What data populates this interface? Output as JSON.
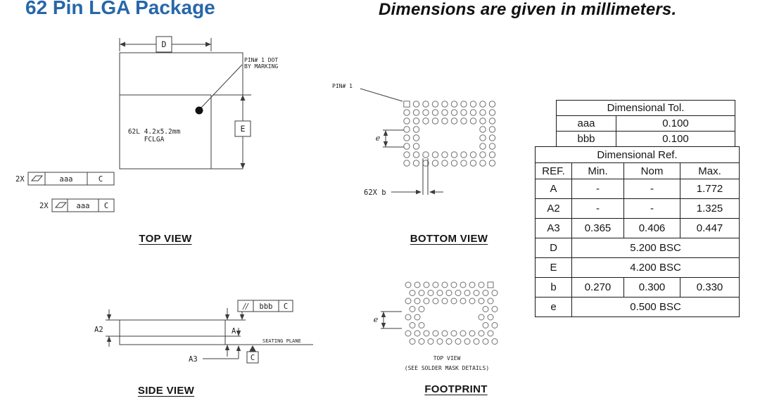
{
  "colors": {
    "title_blue": "#2767a9",
    "line_ink": "#3c3c3c"
  },
  "header": {
    "title": "62 Pin LGA Package",
    "units_note": "Dimensions are given in millimeters."
  },
  "views": {
    "top": {
      "label": "TOP VIEW",
      "dim_d": "D",
      "dim_e": "E",
      "pin1_note_1": "PIN# 1 DOT",
      "pin1_note_2": "BY MARKING",
      "pkg_label_1": "62L 4.2x5.2mm",
      "pkg_label_2": "FCLGA",
      "fcf1": {
        "qty": "2X",
        "tol": "aaa",
        "datum": "C"
      },
      "fcf2": {
        "qty": "2X",
        "tol": "aaa",
        "datum": "C"
      }
    },
    "bottom": {
      "label": "BOTTOM VIEW",
      "pin1_note": "PIN# 1",
      "dim_e": "e",
      "dim_b": "62X b"
    },
    "side": {
      "label": "SIDE VIEW",
      "dim_a": "A",
      "dim_a2": "A2",
      "dim_a3": "A3",
      "seating_plane": "SEATING PLANE",
      "fcf": {
        "sym": "//",
        "tol": "bbb",
        "datum": "C"
      },
      "datum": "C"
    },
    "footprint": {
      "label": "FOOTPRINT",
      "dim_e": "e",
      "note_1": "TOP VIEW",
      "note_2": "(SEE SOLDER MASK DETAILS)"
    }
  },
  "tol_table": {
    "title": "Dimensional Tol.",
    "rows": [
      [
        "aaa",
        "0.100"
      ],
      [
        "bbb",
        "0.100"
      ]
    ]
  },
  "ref_table": {
    "title": "Dimensional Ref.",
    "headers": [
      "REF.",
      "Min.",
      "Nom",
      "Max."
    ],
    "rows": [
      {
        "ref": "A",
        "min": "-",
        "nom": "-",
        "max": "1.772"
      },
      {
        "ref": "A2",
        "min": "-",
        "nom": "-",
        "max": "1.325"
      },
      {
        "ref": "A3",
        "min": "0.365",
        "nom": "0.406",
        "max": "0.447"
      },
      {
        "ref": "D",
        "bsc": "5.200 BSC"
      },
      {
        "ref": "E",
        "bsc": "4.200 BSC"
      },
      {
        "ref": "b",
        "min": "0.270",
        "nom": "0.300",
        "max": "0.330"
      },
      {
        "ref": "e",
        "bsc": "0.500 BSC"
      }
    ]
  },
  "pad_grids": {
    "bottom": {
      "rows": [
        "sooooooooo",
        "oooooooooo",
        "oooooooooo",
        "oo......oo",
        "oo......oo",
        "oo......oo",
        "oooooooooo",
        "oooooooooo"
      ]
    },
    "footprint": {
      "rows": [
        "ooooooooos",
        "oooooooooo",
        "oooooooooo",
        "oo......oo",
        "oo......oo",
        "oo......oo",
        "oooooooooo",
        "oooooooooo"
      ]
    }
  }
}
